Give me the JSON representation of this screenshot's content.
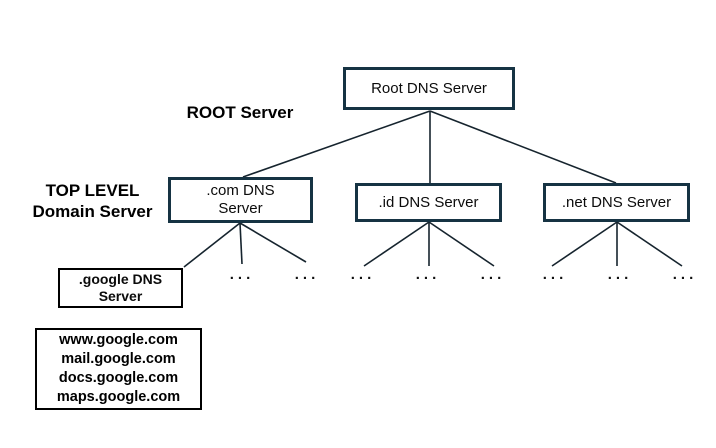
{
  "diagram": {
    "title_implicit": "DNS hierarchy",
    "tier_labels": {
      "root_tier": "ROOT Server",
      "tld_tier": "TOP LEVEL\nDomain Server"
    },
    "nodes": {
      "root": {
        "label": "Root DNS Server"
      },
      "com": {
        "label": ".com DNS\nServer"
      },
      "id": {
        "label": ".id DNS Server"
      },
      "net": {
        "label": ".net DNS Server"
      },
      "google": {
        "label": ".google DNS\nServer"
      }
    },
    "subdomains": [
      "www.google.com",
      "mail.google.com",
      "docs.google.com",
      "maps.google.com"
    ],
    "ellipsis": "...",
    "colors": {
      "primary_box_border": "#163343",
      "secondary_box_border": "#000000",
      "edge_line": "#16242e",
      "background": "#ffffff",
      "text": "#000000"
    }
  }
}
